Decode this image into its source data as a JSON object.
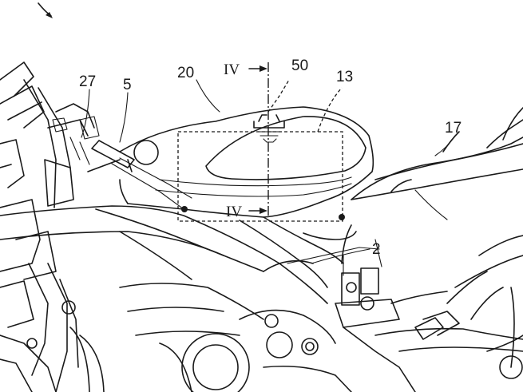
{
  "figure": {
    "section_labels": {
      "upper": "IV",
      "lower": "IV"
    },
    "reference_numerals": {
      "n20": "20",
      "n50": "50",
      "n13": "13",
      "n27": "27",
      "n5": "5",
      "n17": "17",
      "n2": "2"
    }
  }
}
